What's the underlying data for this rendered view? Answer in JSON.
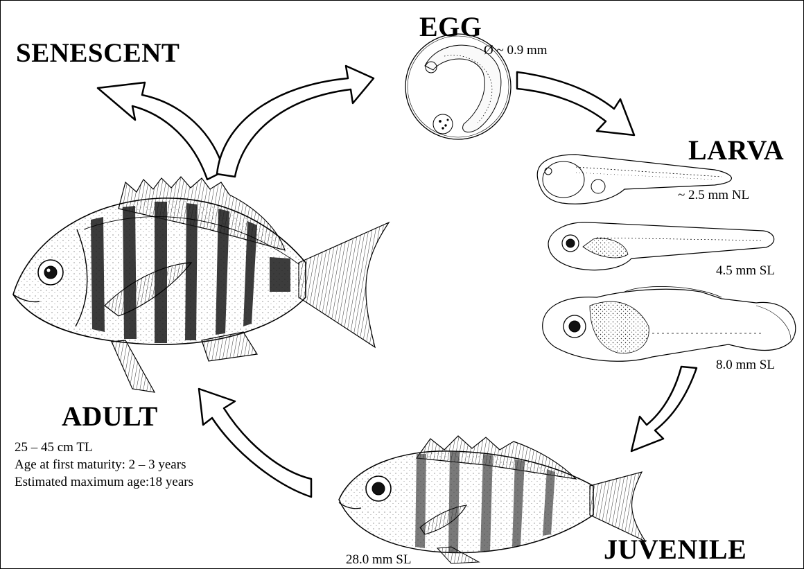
{
  "stages": {
    "senescent": "SENESCENT",
    "egg": "EGG",
    "larva": "LARVA",
    "adult": "ADULT",
    "juvenile": "JUVENILE"
  },
  "measurements": {
    "egg_diameter": "Ø ~ 0.9 mm",
    "larva_1": "~ 2.5 mm NL",
    "larva_2": "4.5 mm SL",
    "larva_3": "8.0 mm SL",
    "juvenile": "28.0 mm SL"
  },
  "adult_info": [
    "25 – 45 cm TL",
    "Age at first maturity: 2 – 3 years",
    "Estimated maximum age:18 years"
  ]
}
